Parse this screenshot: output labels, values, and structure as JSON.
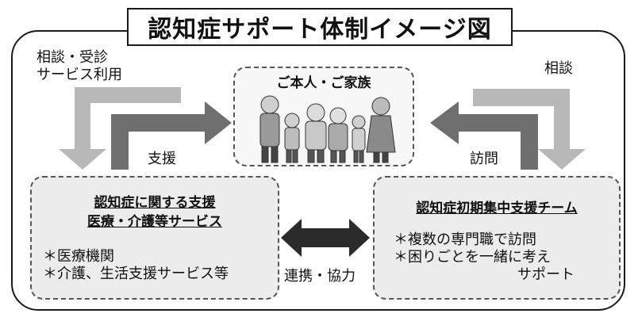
{
  "title": "認知症サポート体制イメージ図",
  "center": {
    "title": "ご本人・ご家族",
    "image": "family-illustration"
  },
  "left_top": {
    "line1": "相談・受診",
    "line2": "サービス利用"
  },
  "left_mid": "支援",
  "right_top": "相談",
  "right_mid": "訪問",
  "left_box": {
    "title1": "認知症に関する支援",
    "title2": "医療・介護等サービス",
    "item1": "＊医療機関",
    "item2": "＊介護、生活支援サービス等"
  },
  "right_box": {
    "title": "認知症初期集中支援チーム",
    "item1": "＊複数の専門職で訪問",
    "item2": "＊困りごとを一緒に考え",
    "item3": "サポート"
  },
  "middle_link": "連携・協力",
  "colors": {
    "arrow_light": "#b8b8b8",
    "arrow_dark": "#6f6f6f",
    "box_fill": "#ececec",
    "double_arrow": "#2b2b2b"
  }
}
